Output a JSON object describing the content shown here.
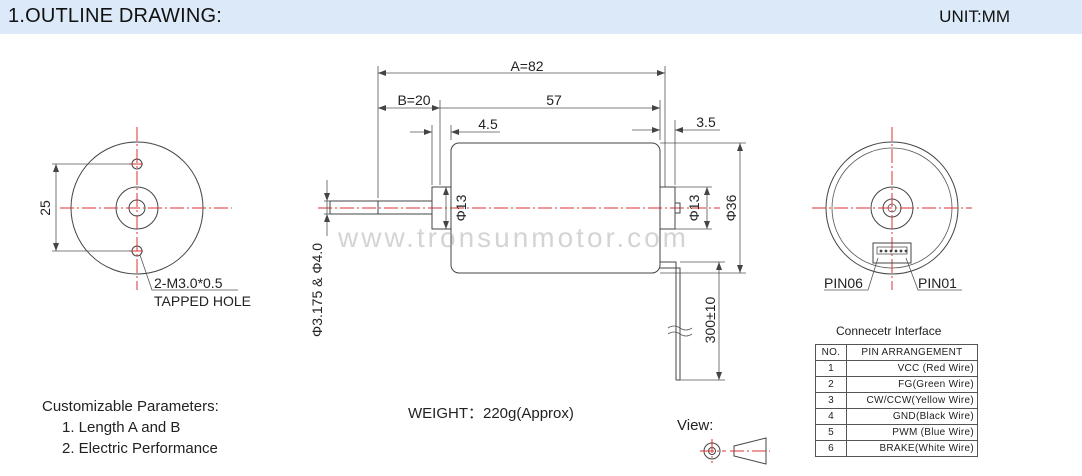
{
  "header": {
    "title": "1.OUTLINE DRAWING:",
    "unit": "UNIT:MM"
  },
  "left_view": {
    "dim_25": "25",
    "hole_note_line1": "2-M3.0*0.5",
    "hole_note_line2": "TAPPED HOLE"
  },
  "side_view": {
    "dim_a": "A=82",
    "dim_b": "B=20",
    "dim_57": "57",
    "dim_45": "4.5",
    "dim_35": "3.5",
    "dim_phi13_left": "Φ13",
    "dim_phi13_right": "Φ13",
    "dim_phi36": "Φ36",
    "dim_shaft": "Φ3.175 & Φ4.0",
    "dim_wire": "300±10"
  },
  "watermark": "www.tronsunmotor.com",
  "right_view": {
    "pin06_label": "PIN06",
    "pin01_label": "PIN01"
  },
  "connector": {
    "title": "Connecetr Interface",
    "headers": {
      "no": "NO.",
      "pin": "PIN ARRANGEMENT"
    },
    "rows": [
      {
        "no": "1",
        "pin": "VCC (Red Wire)"
      },
      {
        "no": "2",
        "pin": "FG(Green Wire)"
      },
      {
        "no": "3",
        "pin": "CW/CCW(Yellow Wire)"
      },
      {
        "no": "4",
        "pin": "GND(Black Wire)"
      },
      {
        "no": "5",
        "pin": "PWM (Blue Wire)"
      },
      {
        "no": "6",
        "pin": "BRAKE(White Wire)"
      }
    ]
  },
  "customizable": {
    "title": "Customizable Parameters:",
    "items": [
      "1. Length A and B",
      "2. Electric Performance"
    ]
  },
  "weight": "WEIGHT：220g(Approx)",
  "view_label": "View:"
}
